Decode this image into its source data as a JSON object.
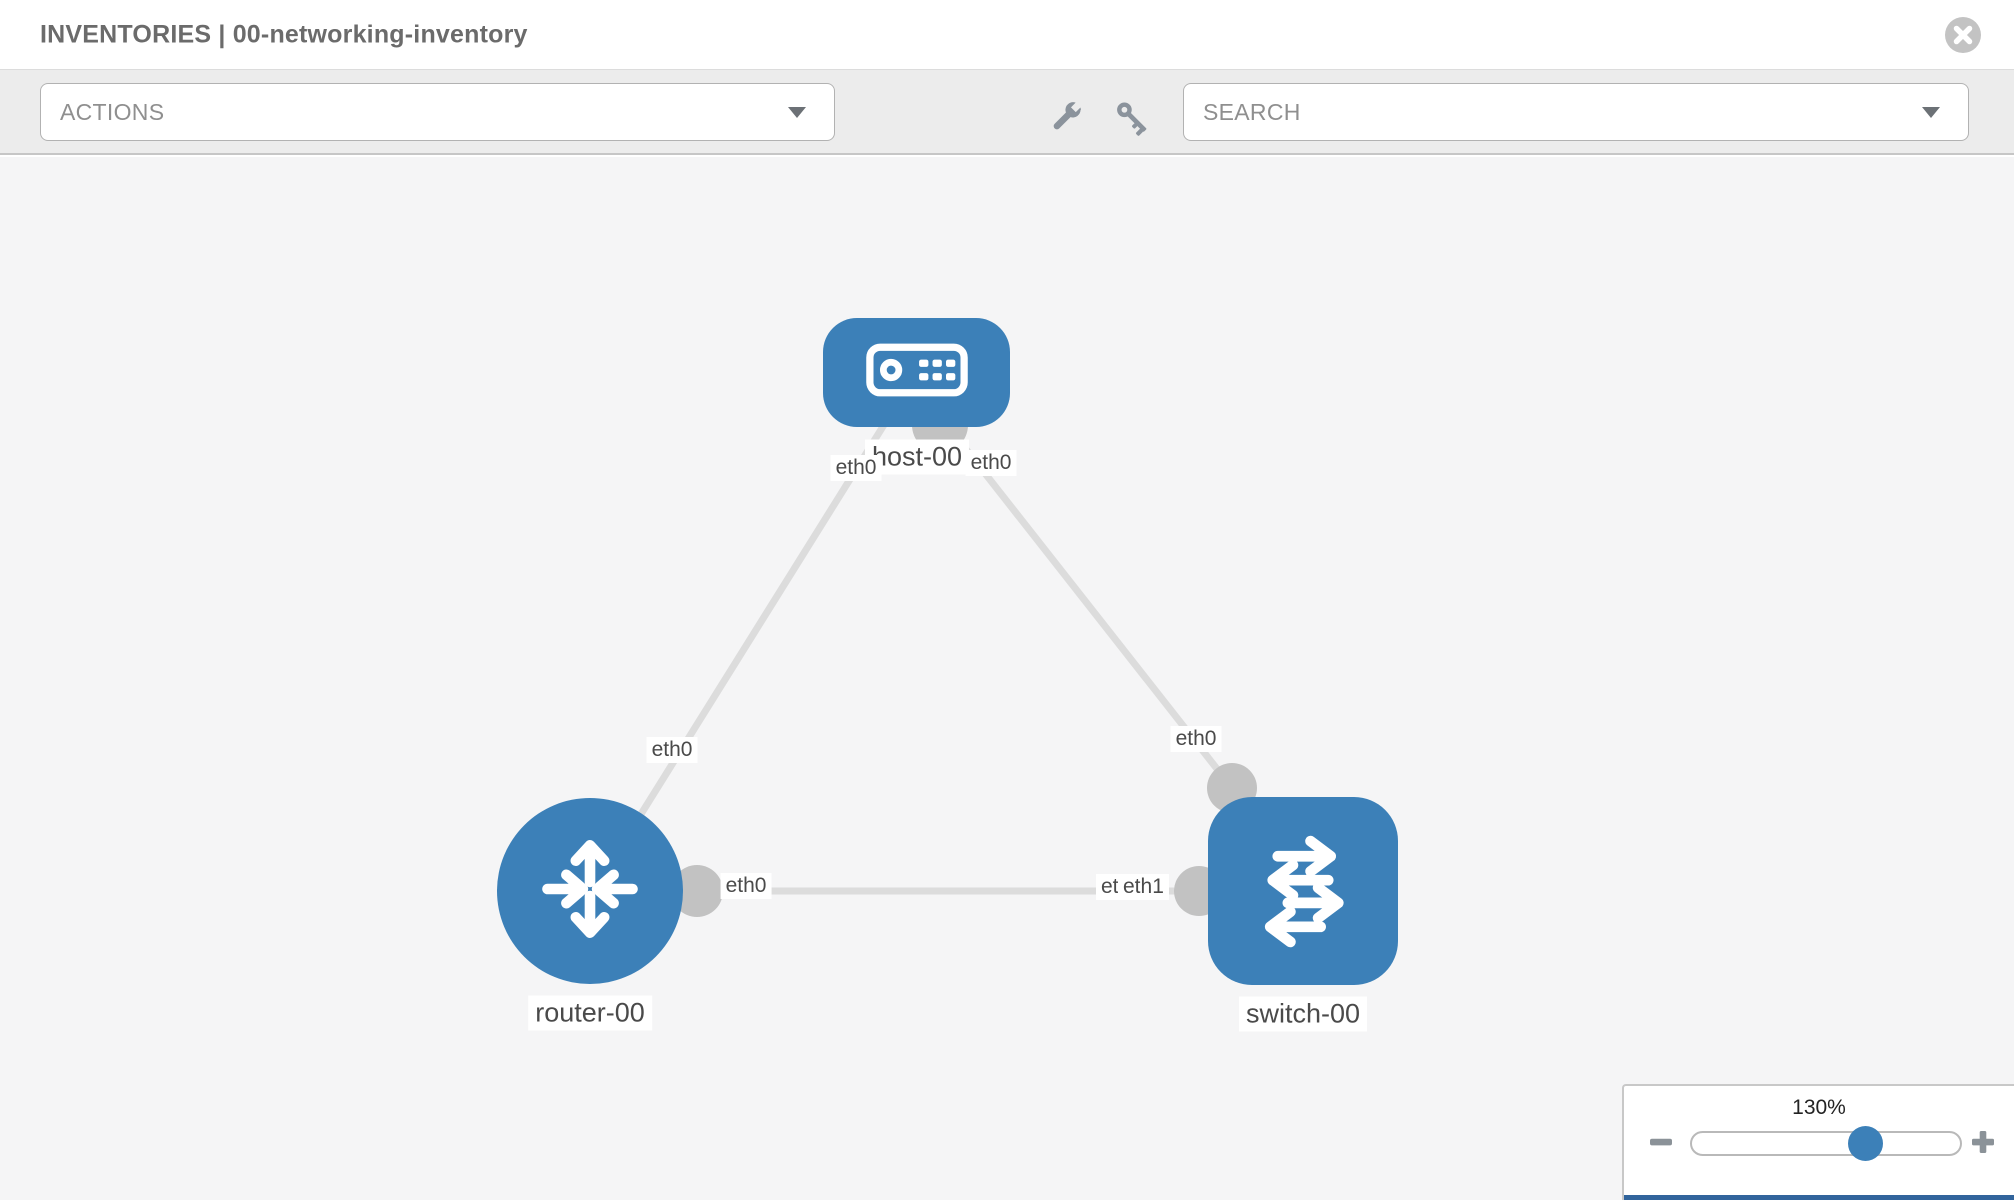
{
  "header": {
    "title": "INVENTORIES | 00-networking-inventory"
  },
  "toolbar": {
    "actions": {
      "label": "ACTIONS"
    },
    "search": {
      "label": "SEARCH"
    },
    "icons": [
      "wrench",
      "key"
    ]
  },
  "topology": {
    "nodes": [
      {
        "id": "host-00",
        "label": "host-00",
        "type": "host",
        "shape": "rounded-rect"
      },
      {
        "id": "router-00",
        "label": "router-00",
        "type": "router",
        "shape": "circle"
      },
      {
        "id": "switch-00",
        "label": "switch-00",
        "type": "switch",
        "shape": "rounded-square"
      }
    ],
    "links": [
      {
        "from": "host-00",
        "from_interface": "eth0",
        "to": "router-00",
        "to_interface": "eth0"
      },
      {
        "from": "host-00",
        "from_interface": "eth0",
        "to": "switch-00",
        "to_interface": "eth0"
      },
      {
        "from": "router-00",
        "from_interface": "eth0",
        "to": "switch-00",
        "to_interface": "eth1"
      }
    ],
    "port_labels": {
      "host_left": "eth0",
      "host_right": "eth0",
      "router_top": "eth0",
      "router_mid": "eth0",
      "switch_top": "eth0",
      "switch_mid_back": "eth0",
      "switch_mid_front": "eth1"
    }
  },
  "zoom_control": {
    "level": "130%"
  },
  "colors": {
    "node_blue": "#3c80b8",
    "link_gray": "#dcdcdc",
    "endpoint_gray": "#c2c2c2",
    "canvas_bg": "#f5f5f6",
    "toolbar_bg": "#ececec",
    "accent_bar": "#31649c"
  }
}
